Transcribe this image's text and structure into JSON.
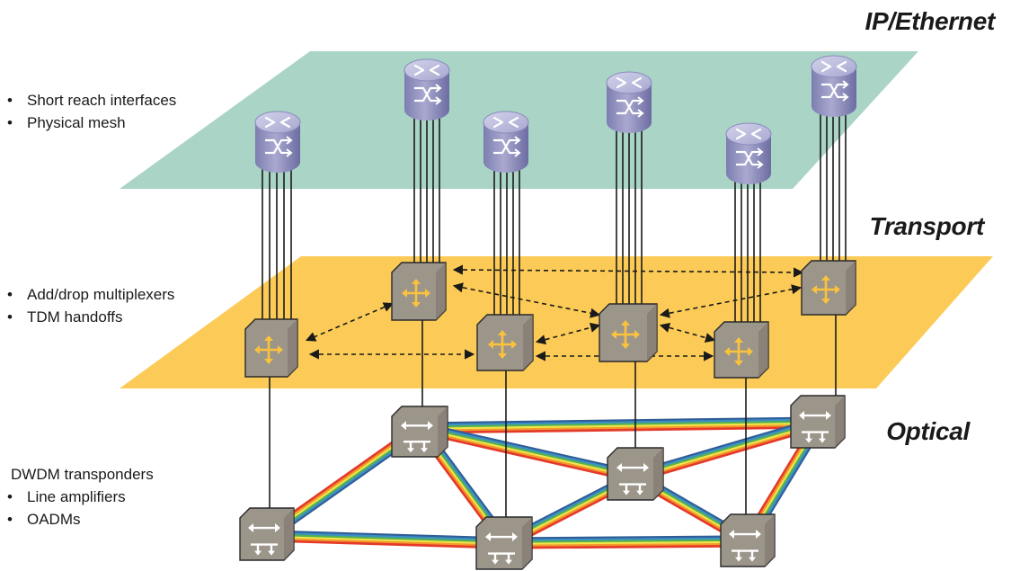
{
  "layers": {
    "ip": {
      "title": "IP/Ethernet",
      "color": "#a9d4c6",
      "bullets": [
        "Short reach interfaces",
        "Physical mesh"
      ]
    },
    "transport": {
      "title": "Transport",
      "color": "#fccb57",
      "bullets": [
        "Add/drop multiplexers",
        "TDM handoffs"
      ]
    },
    "optical": {
      "title": "Optical",
      "heading": "DWDM transponders",
      "bullets": [
        "Line amplifiers",
        "OADMs"
      ]
    }
  },
  "colors": {
    "router_body": "#9a9ac4",
    "router_top": "#c4c4e2",
    "device_gray": "#9c958a",
    "adm_arrow": "#fbc33c",
    "link": "#1a1a1a"
  },
  "icons": [
    "router-icon",
    "adm-icon",
    "oadm-icon"
  ]
}
